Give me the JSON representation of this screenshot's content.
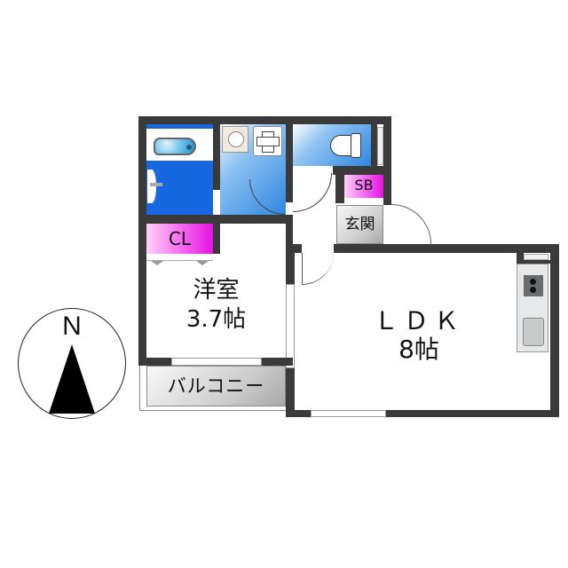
{
  "floor_plan": {
    "rooms": {
      "western_room": {
        "name": "洋室",
        "size": "3.7帖"
      },
      "ldk": {
        "name": "ＬＤＫ",
        "size": "8帖"
      },
      "balcony": {
        "name": "バルコニー"
      },
      "closet": {
        "name": "CL"
      },
      "shoe_box": {
        "name": "SB"
      },
      "entrance": {
        "name": "玄関"
      },
      "bathroom": {
        "name": ""
      },
      "washroom": {
        "name": ""
      },
      "toilet": {
        "name": ""
      }
    },
    "compass": {
      "label": "N"
    },
    "colors": {
      "wall": "#3a3a3a",
      "bath_blue": "#1c6fe0",
      "washroom_blue": "#4a9aea",
      "closet_pink": "#f040ee",
      "entrance_gray": "#bdbdbd",
      "balcony_gray": "#d0d0d0"
    }
  }
}
